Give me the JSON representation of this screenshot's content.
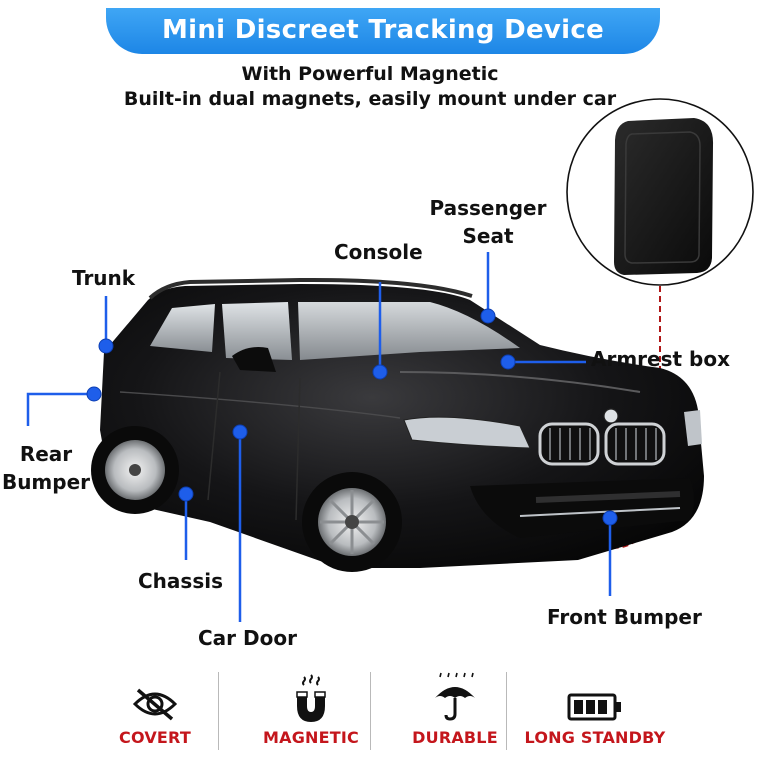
{
  "banner": {
    "title": "Mini Discreet Tracking Device"
  },
  "subtitle": {
    "line1": "With Powerful Magnetic",
    "line2": "Built-in dual magnets, easily mount under car"
  },
  "locations": {
    "trunk": "Trunk",
    "rear_bumper_1": "Rear",
    "rear_bumper_2": "Bumper",
    "console": "Console",
    "passenger_seat_1": "Passenger",
    "passenger_seat_2": "Seat",
    "armrest_box": "Armrest box",
    "chassis": "Chassis",
    "car_door": "Car Door",
    "front_bumper": "Front Bumper"
  },
  "features": [
    {
      "label": "COVERT",
      "icon": "eye-slash-icon"
    },
    {
      "label": "MAGNETIC",
      "icon": "magnet-icon"
    },
    {
      "label": "DURABLE",
      "icon": "umbrella-icon"
    },
    {
      "label": "LONG STANDBY",
      "icon": "battery-icon"
    }
  ],
  "colors": {
    "banner": "#1d86e6",
    "pin": "#1e5eea",
    "feature_text": "#c4161c",
    "dashed_line": "#b01818"
  }
}
